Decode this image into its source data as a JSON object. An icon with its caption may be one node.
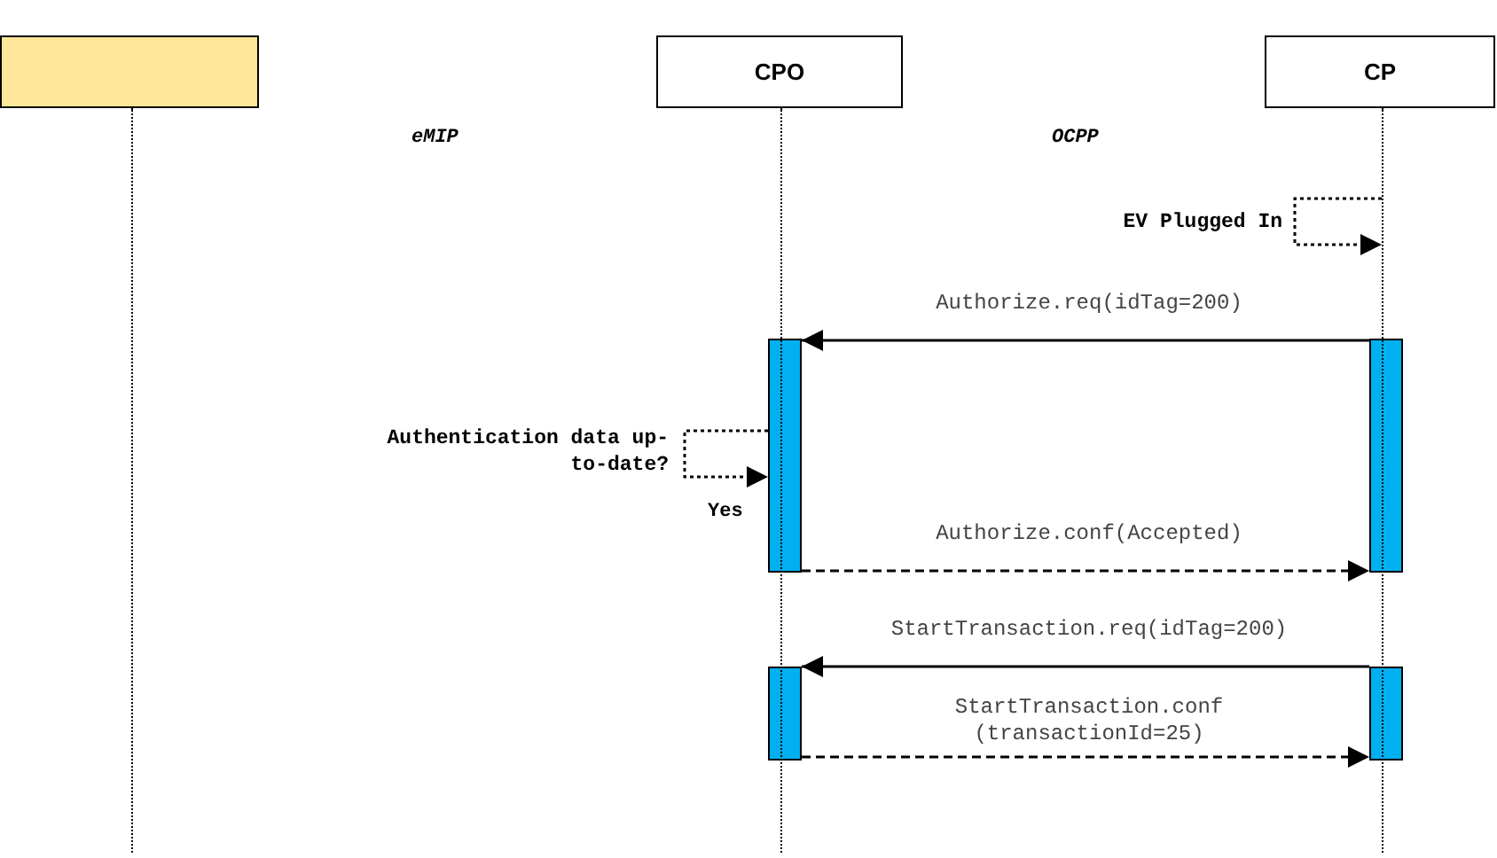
{
  "diagram": {
    "nodes": [
      {
        "text": [],
        "shape": "box"
      },
      {
        "text": [
          "CPO"
        ]
      },
      {
        "text": [
          "CP"
        ]
      },
      {
        "text": [],
        "shape": "bar"
      },
      {
        "text": [],
        "shape": "bar"
      },
      {
        "text": [],
        "shape": "bar"
      },
      {
        "text": [],
        "shape": "bar"
      },
      {
        "text": [],
        "shape": "line"
      },
      {
        "text": [],
        "shape": "line"
      },
      {
        "text": [],
        "shape": "line"
      }
    ],
    "edges": [
      {
        "from": 9,
        "to": 9,
        "arrow": "to",
        "label": "EV Plugged In",
        "style": "dashed"
      },
      {
        "from": 4,
        "to": 3,
        "arrow": "to",
        "label": "Authorize.req(idTag=200)"
      },
      {
        "from": 3,
        "to": 3,
        "arrow": "to",
        "label": "Authentication data up-to-date?",
        "style": "dashed"
      },
      {
        "from": 3,
        "to": 4,
        "arrow": "to",
        "label": "Authorize.conf(Accepted)",
        "style": "dashed"
      },
      {
        "from": 6,
        "to": 5,
        "arrow": "to",
        "label": "StartTransaction.req(idTag=200)"
      },
      {
        "from": 5,
        "to": 6,
        "arrow": "to",
        "label": "StartTransaction.conf (transactionId=25)",
        "style": "dashed"
      }
    ],
    "labels": [
      "eMIP",
      "OCPP",
      "Yes"
    ]
  }
}
